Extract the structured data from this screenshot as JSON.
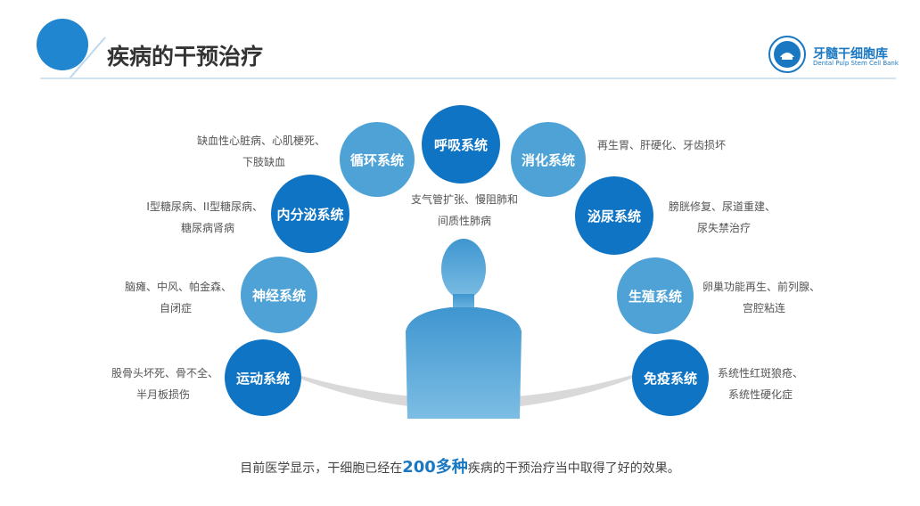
{
  "header": {
    "title": "疾病的干预治疗",
    "logo_name": "牙髓干细胞库",
    "logo_sub": "Dental Pulp Stem Cell Bank"
  },
  "colors": {
    "primary": "#0f74c4",
    "light": "#4ea2d6",
    "accent": "#1a78c2"
  },
  "systems": [
    {
      "name": "呼吸系统",
      "desc": [
        "支气管扩张、慢阻肺和",
        "间质性肺病"
      ]
    },
    {
      "name": "循环系统",
      "desc": [
        "缺血性心脏病、心肌梗死、",
        "下肢缺血"
      ]
    },
    {
      "name": "消化系统",
      "desc": [
        "再生胃、肝硬化、牙齿损坏"
      ]
    },
    {
      "name": "内分泌系统",
      "desc": [
        "I型糖尿病、II型糖尿病、",
        "糖尿病肾病"
      ]
    },
    {
      "name": "泌尿系统",
      "desc": [
        "膀胱修复、尿道重建、",
        "尿失禁治疗"
      ]
    },
    {
      "name": "神经系统",
      "desc": [
        "脑瘫、中风、帕金森、",
        "自闭症"
      ]
    },
    {
      "name": "生殖系统",
      "desc": [
        "卵巢功能再生、前列腺、",
        "宫腔粘连"
      ]
    },
    {
      "name": "运动系统",
      "desc": [
        "股骨头坏死、骨不全、",
        "半月板损伤"
      ]
    },
    {
      "name": "免疫系统",
      "desc": [
        "系统性红斑狼疮、",
        "系统性硬化症"
      ]
    }
  ],
  "footer": {
    "before": "目前医学显示，干细胞已经在",
    "highlight": "200多种",
    "after": "疾病的干预治疗当中取得了好的效果。"
  }
}
